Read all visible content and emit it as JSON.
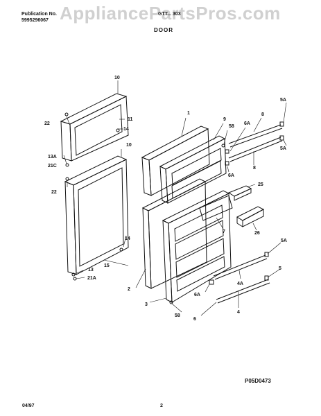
{
  "header": {
    "publication_label": "Publication No.",
    "part_number": "5995296067",
    "model": "GTT... 303",
    "section_title": "DOOR"
  },
  "watermark": "AppliancePartsPros.com",
  "footer": {
    "date": "04/97",
    "page": "2",
    "figure_id": "P05D0473"
  },
  "callouts": [
    "10",
    "22",
    "11",
    "14",
    "13A",
    "21C",
    "10",
    "22",
    "14",
    "15",
    "13",
    "21A",
    "1",
    "9",
    "58",
    "6A",
    "8",
    "5A",
    "5A",
    "8",
    "6A",
    "25",
    "2",
    "7",
    "26",
    "3",
    "58",
    "5A",
    "5",
    "4A",
    "6A",
    "4",
    "6"
  ]
}
